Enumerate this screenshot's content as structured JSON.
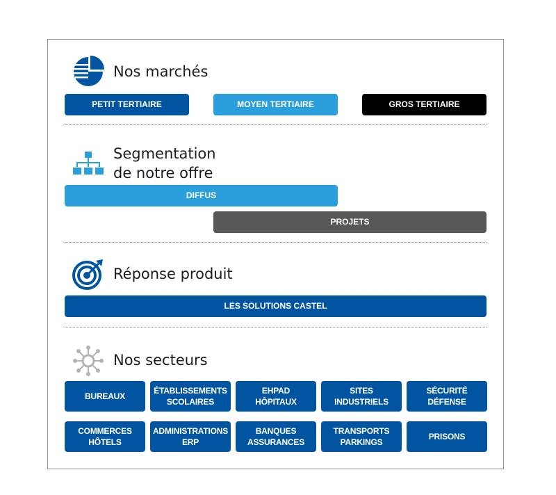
{
  "colors": {
    "dark_blue": "#0054a0",
    "light_blue": "#2a9fdb",
    "black": "#000000",
    "grey": "#575756",
    "icon_grey": "#b3b3b3"
  },
  "marches": {
    "icon": "pie-chart-icon",
    "title": "Nos marchés",
    "items": [
      "PETIT TERTIAIRE",
      "MOYEN TERTIAIRE",
      "GROS TERTIAIRE"
    ]
  },
  "segmentation": {
    "icon": "org-chart-icon",
    "title_line1": "Segmentation",
    "title_line2": "de notre offre",
    "diffus": "DIFFUS",
    "projets": "PROJETS"
  },
  "reponse": {
    "icon": "target-icon",
    "title": "Réponse produit",
    "solution": "LES SOLUTIONS CASTEL"
  },
  "secteurs": {
    "icon": "network-icon",
    "title": "Nos secteurs",
    "items": [
      "BUREAUX",
      "ÉTABLISSEMENTS\nSCOLAIRES",
      "EHPAD\nHÔPITAUX",
      "SITES\nINDUSTRIELS",
      "SÉCURITÉ\nDÉFENSE",
      "COMMERCES\nHÔTELS",
      "ADMINISTRATIONS\nERP",
      "BANQUES\nASSURANCES",
      "TRANSPORTS\nPARKINGS",
      "PRISONS"
    ]
  }
}
